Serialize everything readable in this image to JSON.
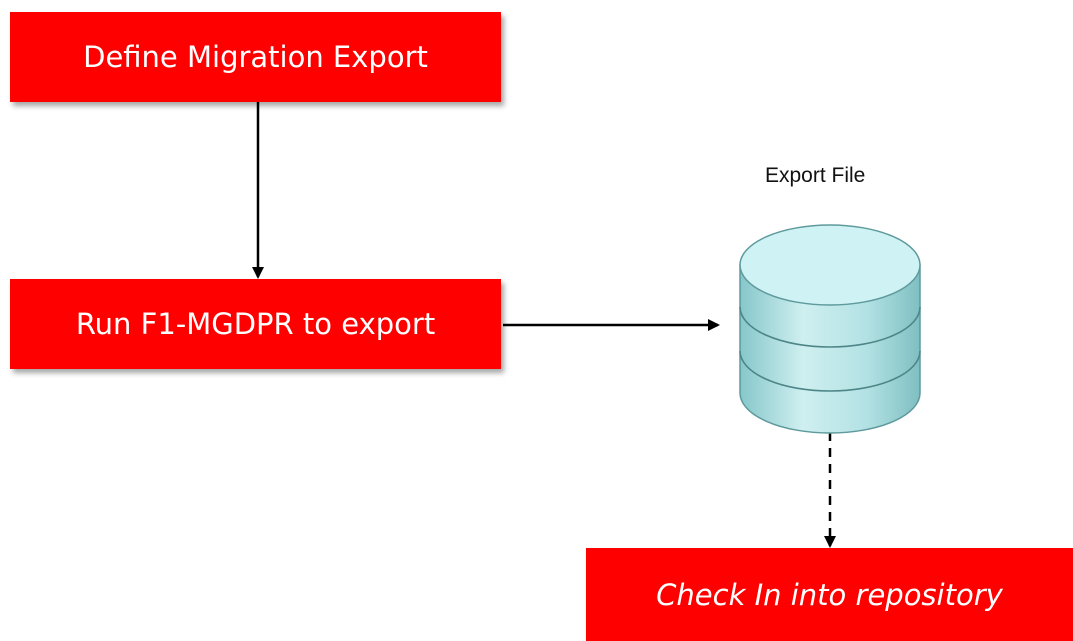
{
  "boxes": {
    "define": "Define Migration Export",
    "run": "Run F1-MGDPR to export",
    "checkin": "Check In into repository"
  },
  "export_file_label": "Export File",
  "colors": {
    "box_fill": "#ff0000",
    "box_text": "#ffffff",
    "cylinder_fill": "#b9e6e8",
    "cylinder_top": "#cdf3f4",
    "arrow": "#000000"
  }
}
